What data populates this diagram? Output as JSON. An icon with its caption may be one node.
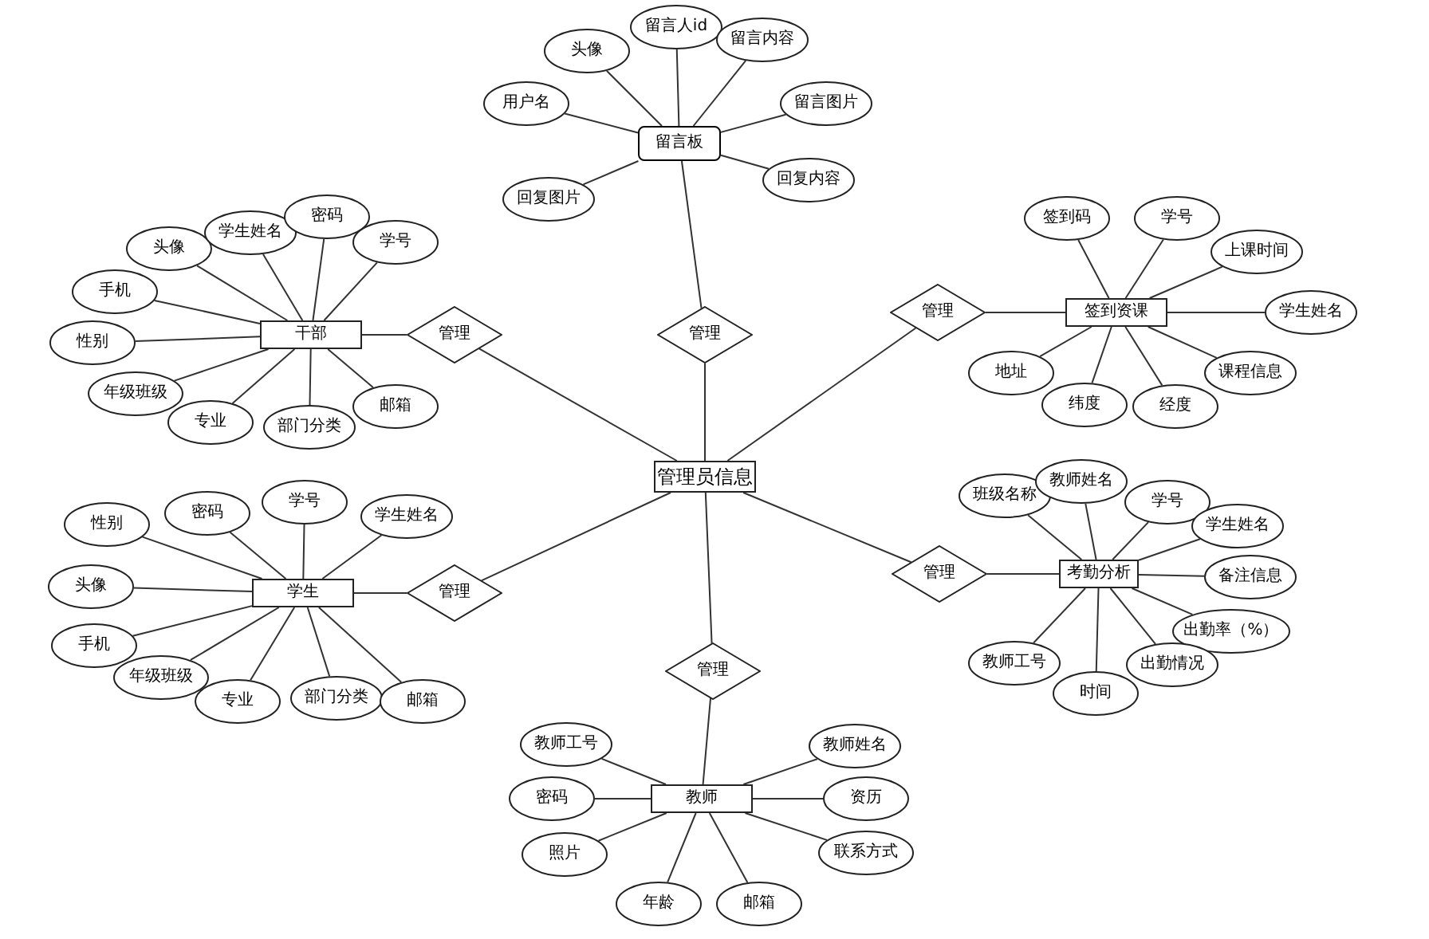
{
  "diagram": {
    "nodes": [
      {
        "text": [
          "留言板"
        ]
      },
      {
        "text": [
          "头像"
        ]
      },
      {
        "text": [
          "留言人id"
        ]
      },
      {
        "text": [
          "留言内容"
        ]
      },
      {
        "text": [
          "用户名"
        ]
      },
      {
        "text": [
          "留言图片"
        ]
      },
      {
        "text": [
          "回复图片"
        ]
      },
      {
        "text": [
          "回复内容"
        ]
      },
      {
        "text": [
          "管理"
        ]
      },
      {
        "text": [
          "干部"
        ]
      },
      {
        "text": [
          "头像"
        ]
      },
      {
        "text": [
          "学生姓名"
        ]
      },
      {
        "text": [
          "密码"
        ]
      },
      {
        "text": [
          "学号"
        ]
      },
      {
        "text": [
          "手机"
        ]
      },
      {
        "text": [
          "性别"
        ]
      },
      {
        "text": [
          "年级班级"
        ]
      },
      {
        "text": [
          "专业"
        ]
      },
      {
        "text": [
          "部门分类"
        ]
      },
      {
        "text": [
          "邮箱"
        ]
      },
      {
        "text": [
          "管理"
        ]
      },
      {
        "text": [
          "签到资课"
        ]
      },
      {
        "text": [
          "签到码"
        ]
      },
      {
        "text": [
          "学号"
        ]
      },
      {
        "text": [
          "上课时间"
        ]
      },
      {
        "text": [
          "学生姓名"
        ]
      },
      {
        "text": [
          "课程信息"
        ]
      },
      {
        "text": [
          "地址"
        ]
      },
      {
        "text": [
          "纬度"
        ]
      },
      {
        "text": [
          "经度"
        ]
      },
      {
        "text": [
          "管理"
        ]
      },
      {
        "text": [
          "管理员信息"
        ]
      },
      {
        "text": [
          "学生"
        ]
      },
      {
        "text": [
          "性别"
        ]
      },
      {
        "text": [
          "密码"
        ]
      },
      {
        "text": [
          "学号"
        ]
      },
      {
        "text": [
          "学生姓名"
        ]
      },
      {
        "text": [
          "头像"
        ]
      },
      {
        "text": [
          "手机"
        ]
      },
      {
        "text": [
          "年级班级"
        ]
      },
      {
        "text": [
          "专业"
        ]
      },
      {
        "text": [
          "部门分类"
        ]
      },
      {
        "text": [
          "邮箱"
        ]
      },
      {
        "text": [
          "管理"
        ]
      },
      {
        "text": [
          "考勤分析"
        ]
      },
      {
        "text": [
          "班级名称"
        ]
      },
      {
        "text": [
          "教师姓名"
        ]
      },
      {
        "text": [
          "学号"
        ]
      },
      {
        "text": [
          "学生姓名"
        ]
      },
      {
        "text": [
          "备注信息"
        ]
      },
      {
        "text": [
          "出勤率（%）"
        ]
      },
      {
        "text": [
          "教师工号"
        ]
      },
      {
        "text": [
          "时间"
        ]
      },
      {
        "text": [
          "出勤情况"
        ]
      },
      {
        "text": [
          "管理"
        ]
      },
      {
        "text": [
          "管理"
        ]
      },
      {
        "text": [
          "教师"
        ]
      },
      {
        "text": [
          "教师工号"
        ]
      },
      {
        "text": [
          "密码"
        ]
      },
      {
        "text": [
          "照片"
        ]
      },
      {
        "text": [
          "年龄"
        ]
      },
      {
        "text": [
          "邮箱"
        ]
      },
      {
        "text": [
          "教师姓名"
        ]
      },
      {
        "text": [
          "资历"
        ]
      },
      {
        "text": [
          "联系方式"
        ]
      }
    ],
    "edges": [
      {
        "from": 1,
        "to": 0,
        "arrow": "none"
      },
      {
        "from": 2,
        "to": 0,
        "arrow": "none"
      },
      {
        "from": 3,
        "to": 0,
        "arrow": "none"
      },
      {
        "from": 4,
        "to": 0,
        "arrow": "none"
      },
      {
        "from": 5,
        "to": 0,
        "arrow": "none"
      },
      {
        "from": 6,
        "to": 0,
        "arrow": "none"
      },
      {
        "from": 7,
        "to": 0,
        "arrow": "none"
      },
      {
        "from": 0,
        "to": 8,
        "arrow": "none"
      },
      {
        "from": 8,
        "to": 31,
        "arrow": "none"
      },
      {
        "from": 10,
        "to": 9,
        "arrow": "none"
      },
      {
        "from": 11,
        "to": 9,
        "arrow": "none"
      },
      {
        "from": 12,
        "to": 9,
        "arrow": "none"
      },
      {
        "from": 13,
        "to": 9,
        "arrow": "none"
      },
      {
        "from": 14,
        "to": 9,
        "arrow": "none"
      },
      {
        "from": 15,
        "to": 9,
        "arrow": "none"
      },
      {
        "from": 16,
        "to": 9,
        "arrow": "none"
      },
      {
        "from": 17,
        "to": 9,
        "arrow": "none"
      },
      {
        "from": 18,
        "to": 9,
        "arrow": "none"
      },
      {
        "from": 19,
        "to": 9,
        "arrow": "none"
      },
      {
        "from": 9,
        "to": 20,
        "arrow": "none"
      },
      {
        "from": 20,
        "to": 31,
        "arrow": "none"
      },
      {
        "from": 22,
        "to": 21,
        "arrow": "none"
      },
      {
        "from": 23,
        "to": 21,
        "arrow": "none"
      },
      {
        "from": 24,
        "to": 21,
        "arrow": "none"
      },
      {
        "from": 25,
        "to": 21,
        "arrow": "none"
      },
      {
        "from": 26,
        "to": 21,
        "arrow": "none"
      },
      {
        "from": 27,
        "to": 21,
        "arrow": "none"
      },
      {
        "from": 28,
        "to": 21,
        "arrow": "none"
      },
      {
        "from": 29,
        "to": 21,
        "arrow": "none"
      },
      {
        "from": 21,
        "to": 30,
        "arrow": "none"
      },
      {
        "from": 30,
        "to": 31,
        "arrow": "none"
      },
      {
        "from": 33,
        "to": 32,
        "arrow": "none"
      },
      {
        "from": 34,
        "to": 32,
        "arrow": "none"
      },
      {
        "from": 35,
        "to": 32,
        "arrow": "none"
      },
      {
        "from": 36,
        "to": 32,
        "arrow": "none"
      },
      {
        "from": 37,
        "to": 32,
        "arrow": "none"
      },
      {
        "from": 38,
        "to": 32,
        "arrow": "none"
      },
      {
        "from": 39,
        "to": 32,
        "arrow": "none"
      },
      {
        "from": 40,
        "to": 32,
        "arrow": "none"
      },
      {
        "from": 41,
        "to": 32,
        "arrow": "none"
      },
      {
        "from": 42,
        "to": 32,
        "arrow": "none"
      },
      {
        "from": 32,
        "to": 43,
        "arrow": "none"
      },
      {
        "from": 43,
        "to": 31,
        "arrow": "none"
      },
      {
        "from": 45,
        "to": 44,
        "arrow": "none"
      },
      {
        "from": 46,
        "to": 44,
        "arrow": "none"
      },
      {
        "from": 47,
        "to": 44,
        "arrow": "none"
      },
      {
        "from": 48,
        "to": 44,
        "arrow": "none"
      },
      {
        "from": 49,
        "to": 44,
        "arrow": "none"
      },
      {
        "from": 50,
        "to": 44,
        "arrow": "none"
      },
      {
        "from": 51,
        "to": 44,
        "arrow": "none"
      },
      {
        "from": 52,
        "to": 44,
        "arrow": "none"
      },
      {
        "from": 53,
        "to": 44,
        "arrow": "none"
      },
      {
        "from": 44,
        "to": 54,
        "arrow": "none"
      },
      {
        "from": 54,
        "to": 31,
        "arrow": "none"
      },
      {
        "from": 31,
        "to": 55,
        "arrow": "none"
      },
      {
        "from": 55,
        "to": 56,
        "arrow": "none"
      },
      {
        "from": 57,
        "to": 56,
        "arrow": "none"
      },
      {
        "from": 58,
        "to": 56,
        "arrow": "none"
      },
      {
        "from": 59,
        "to": 56,
        "arrow": "none"
      },
      {
        "from": 60,
        "to": 56,
        "arrow": "none"
      },
      {
        "from": 61,
        "to": 56,
        "arrow": "none"
      },
      {
        "from": 62,
        "to": 56,
        "arrow": "none"
      },
      {
        "from": 63,
        "to": 56,
        "arrow": "none"
      },
      {
        "from": 64,
        "to": 56,
        "arrow": "none"
      }
    ]
  }
}
